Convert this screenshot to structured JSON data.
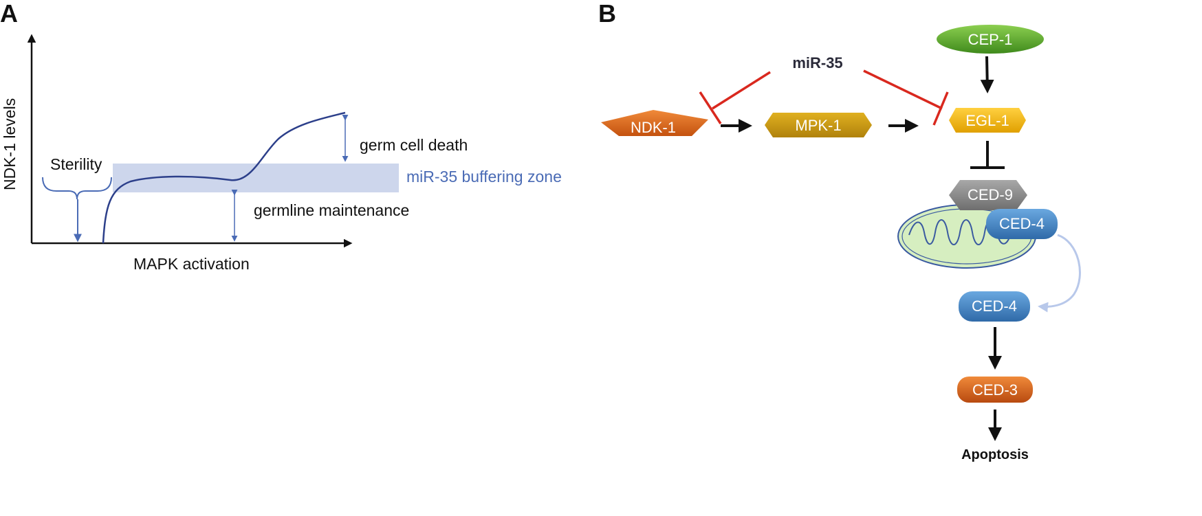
{
  "panel_a": {
    "letter": "A",
    "y_axis_label": "NDK-1 levels",
    "x_axis_label": "MAPK activation",
    "sterility_label": "Sterility",
    "germ_cell_death_label": "germ cell death",
    "buffering_zone_label": "miR-35 buffering zone",
    "germline_maintenance_label": "germline maintenance"
  },
  "panel_b": {
    "letter": "B",
    "mirna_label": "miR-35",
    "nodes": {
      "ndk1": "NDK-1",
      "mpk1": "MPK-1",
      "cep1": "CEP-1",
      "egl1": "EGL-1",
      "ced9": "CED-9",
      "ced4_mito": "CED-4",
      "ced4_free": "CED-4",
      "ced3": "CED-3"
    },
    "outcome": "Apoptosis"
  },
  "colors": {
    "curve": "#2c3f8a",
    "zone": "#cdd6ec",
    "blue_text": "#4a6bb5",
    "inhibition": "#d9281e",
    "ndk1": "#e06a1c",
    "mpk1": "#c99a10",
    "egl1": "#f0b800",
    "cep1": "#5aa02a",
    "ced9": "#8a8a8a",
    "ced4": "#3f7fc0",
    "ced3": "#d4601a",
    "mitochondrion": "#d6eec0"
  }
}
